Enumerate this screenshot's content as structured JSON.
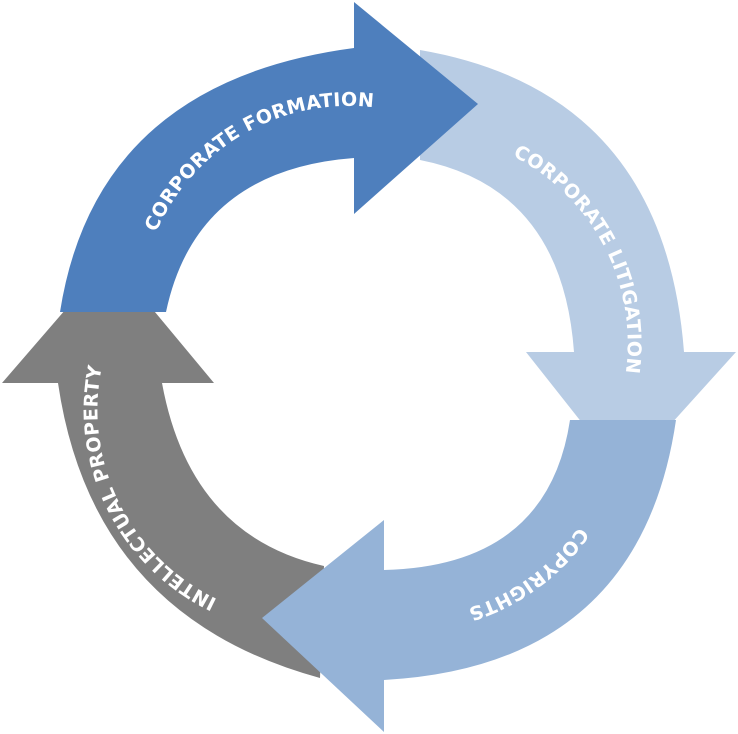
{
  "diagram": {
    "type": "cycle",
    "segments": [
      {
        "id": "corporate-formation",
        "label": "CORPORATE FORMATION",
        "color": "#4e7fbd"
      },
      {
        "id": "corporate-litigation",
        "label": "CORPORATE LITIGATION",
        "color": "#b8cce4"
      },
      {
        "id": "copyrights",
        "label": "COPYRIGHTS",
        "color": "#95b3d7"
      },
      {
        "id": "intellectual-property",
        "label": "INTELLECTUAL PROPERTY",
        "color": "#7f7f7f"
      }
    ]
  }
}
